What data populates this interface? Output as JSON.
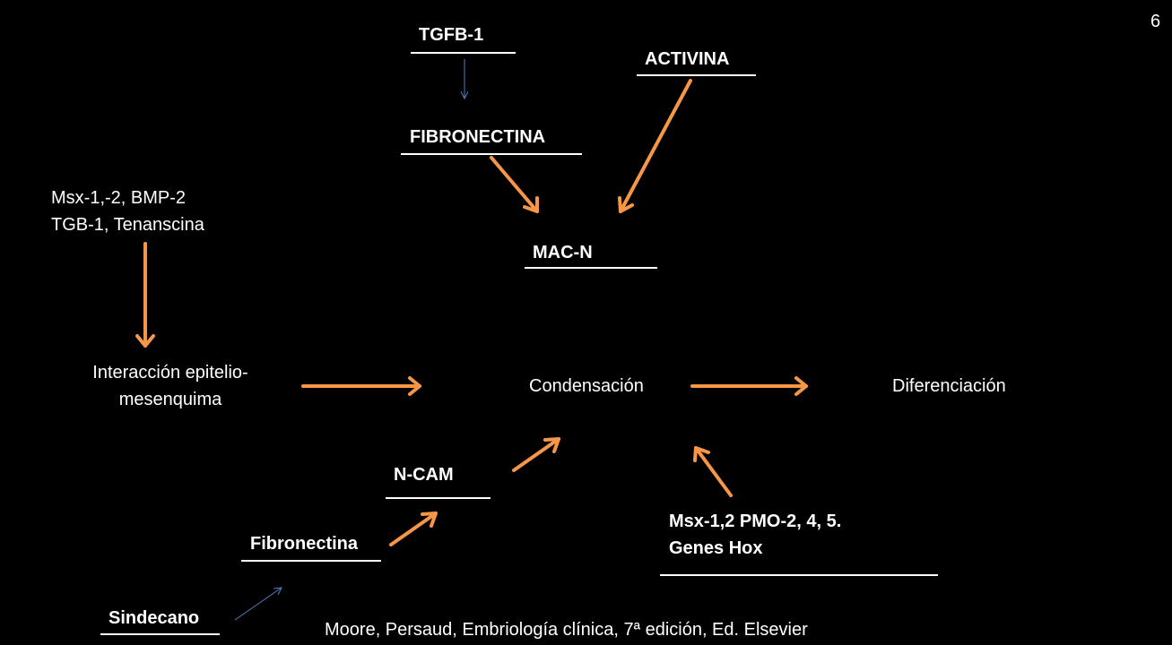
{
  "slide_number": "6",
  "labels": {
    "tgfb1": "TGFB-1",
    "activina": "ACTIVINA",
    "fibronectina_top": "FIBRONECTINA",
    "msx_line1": "Msx-1,-2, BMP-2",
    "msx_line2": "TGB-1, Tenanscina",
    "macn": "MAC-N",
    "interaccion_line1": "Interacción epitelio-",
    "interaccion_line2": "mesenquima",
    "condensacion": "Condensación",
    "diferenciacion": "Diferenciación",
    "ncam": "N-CAM",
    "msx_pmo_line1": "Msx-1,2 PMO-2, 4, 5.",
    "msx_pmo_line2": "Genes Hox",
    "fibronectina_bottom": "Fibronectina",
    "sindecano": "Sindecano"
  },
  "citation": "Moore, Persaud, Embriología clínica, 7ª edición, Ed. Elsevier",
  "colors": {
    "background": "#000000",
    "text": "#ffffff",
    "arrow_primary": "#f79646",
    "arrow_secondary": "#4f81bd"
  }
}
